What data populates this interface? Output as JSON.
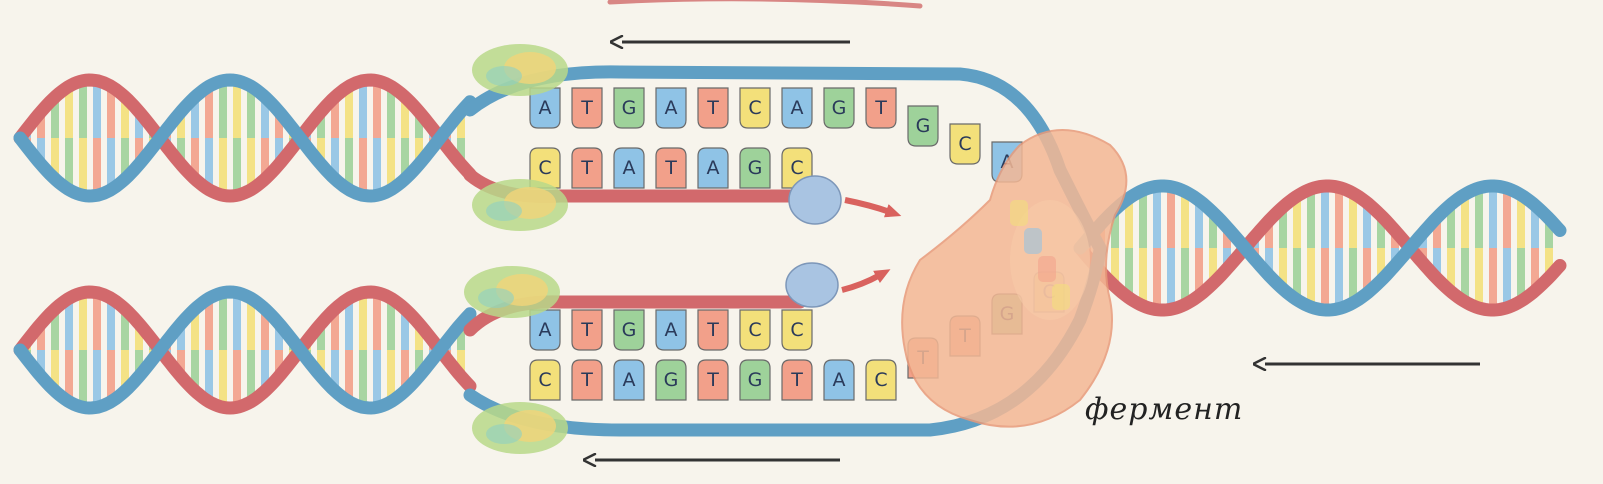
{
  "labels": {
    "enzyme": "фермент"
  },
  "base_colors": {
    "A": "#8fc3e6",
    "T": "#f2a08a",
    "G": "#9ed29a",
    "C": "#f3e07a"
  },
  "strand_colors": {
    "blue": "#5f9fc4",
    "red": "#d2696c"
  },
  "enzyme_color": "#f4b895",
  "clamp_colors": [
    "#b9d88a",
    "#f1d479",
    "#8ed0c2"
  ],
  "primer_color": "#a9c4e2",
  "upper_copy": {
    "top_bases": [
      "A",
      "T",
      "G",
      "A",
      "T",
      "C",
      "A",
      "G",
      "T",
      "G",
      "C",
      "A"
    ],
    "bottom_bases": [
      "C",
      "T",
      "A",
      "T",
      "A",
      "G",
      "C"
    ]
  },
  "lower_copy": {
    "top_bases": [
      "A",
      "T",
      "G",
      "A",
      "T",
      "C",
      "C"
    ],
    "bottom_bases": [
      "C",
      "T",
      "A",
      "G",
      "T",
      "G",
      "T",
      "A",
      "C",
      "T",
      "T",
      "G",
      "C"
    ]
  },
  "parent_rungs": [
    "A",
    "T",
    "G",
    "C",
    "G",
    "A",
    "T",
    "C",
    "A",
    "G",
    "T",
    "C"
  ]
}
